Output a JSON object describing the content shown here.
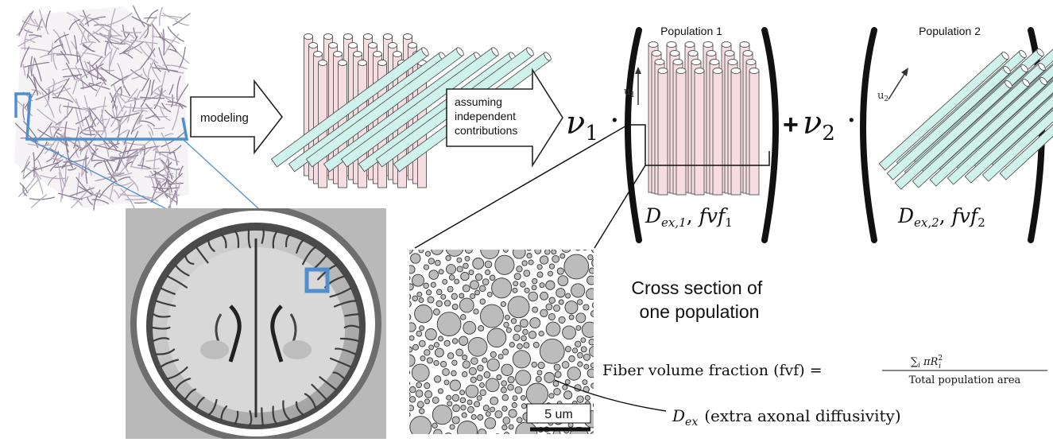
{
  "arrows": {
    "modeling_label": "modeling",
    "assuming_label": [
      "assuming",
      "independent",
      "contributions"
    ]
  },
  "equation": {
    "nu1": "ν",
    "nu1_sub": "1",
    "plus": "+",
    "nu2": "ν",
    "nu2_sub": "2",
    "dot": "·"
  },
  "population1": {
    "title": "Population 1",
    "direction_label": "u",
    "direction_sub": "1",
    "D_main": "D",
    "D_sub": "ex,1",
    "fvf_main": "fvf",
    "fvf_sub": "1"
  },
  "population2": {
    "title": "Population 2",
    "direction_label": "u",
    "direction_sub": "2",
    "D_main": "D",
    "D_sub": "ex,2",
    "fvf_main": "fvf",
    "fvf_sub": "2"
  },
  "cross_section": {
    "title_lines": [
      "Cross section of",
      "one population"
    ],
    "scalebar": "5 um"
  },
  "fvf_formula": {
    "lhs": "Fiber volume fraction (fvf) =",
    "numerator_sum": "∑",
    "numerator_sub": "i",
    "numerator_rest": "πR",
    "numerator_sup": "2",
    "numerator_sub2": "i",
    "denominator": "Total population area"
  },
  "dex_label": {
    "D": "D",
    "sub": "ex",
    "rest": "(extra axonal diffusivity)"
  },
  "colors": {
    "pink_fiber": "#f6dde2",
    "cyan_fiber": "#cff3ec",
    "blue_frame": "#4f8fd0",
    "mri_bg": "#b4b4b4",
    "circle_fill": "#bcbcbc"
  }
}
